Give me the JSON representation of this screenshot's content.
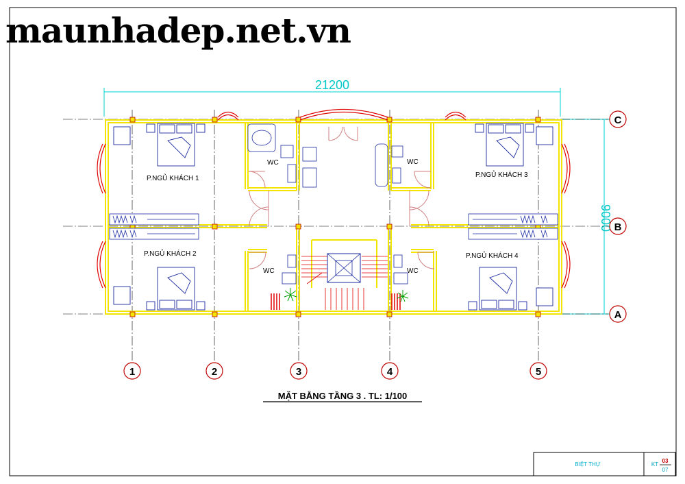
{
  "watermark": "maunhadep.net.vn",
  "dimensions": {
    "overall_width": "21200",
    "overall_depth": "9000"
  },
  "grid_rows": [
    "C",
    "B",
    "A"
  ],
  "grid_cols": [
    "1",
    "2",
    "3",
    "4",
    "5"
  ],
  "rooms": {
    "guest1": "P.NGỦ KHÁCH 1",
    "guest2": "P.NGỦ KHÁCH 2",
    "guest3": "P.NGỦ KHÁCH 3",
    "guest4": "P.NGỦ KHÁCH 4",
    "wc": "WC"
  },
  "drawing_title": "MẶT BẰNG TẦNG 3 . TL: 1/100",
  "title_block": {
    "project": "BIỆT THỰ",
    "code": "KT",
    "sheet": "03",
    "total": "07"
  },
  "colors": {
    "wall": "#ffff00",
    "dimension": "#00d0d0",
    "window": "#e00000",
    "door": "#e8a0a0",
    "axis": "#000000",
    "furniture": "#1a2aa0"
  }
}
